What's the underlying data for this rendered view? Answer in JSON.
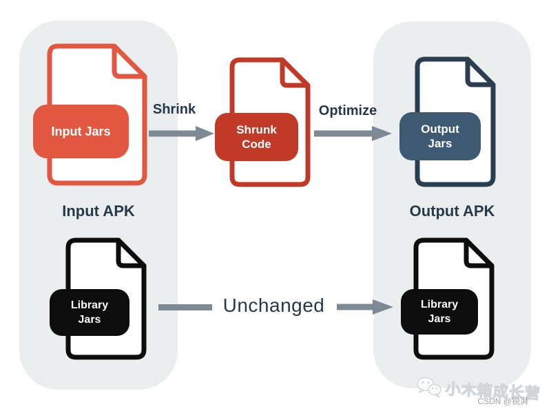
{
  "colors": {
    "orange": "#E25740",
    "brick": "#C13A28",
    "navy": "#2B3E50",
    "navybadge": "#3E5A73",
    "black": "#0D0D0D",
    "arrow": "#7D8A96",
    "panel": "#EAEEEF",
    "text": "#26384A",
    "wmstroke": "#D2D6D8",
    "credit": "#9CA3A8"
  },
  "panels": {
    "input": {
      "label": "Input APK"
    },
    "output": {
      "label": "Output APK"
    }
  },
  "nodes": {
    "input_jars": {
      "label": "Input Jars"
    },
    "shrunk_code": {
      "line1": "Shrunk",
      "line2": "Code"
    },
    "output_jars": {
      "line1": "Output",
      "line2": "Jars"
    },
    "library_jars_left": {
      "line1": "Library",
      "line2": "Jars"
    },
    "library_jars_right": {
      "line1": "Library",
      "line2": "Jars"
    }
  },
  "flows": {
    "shrink": "Shrink",
    "optimize": "Optimize",
    "unchanged": "Unchanged"
  },
  "watermark": {
    "brand": "小木箱成长营",
    "credit": "CSDN @锐湃"
  }
}
